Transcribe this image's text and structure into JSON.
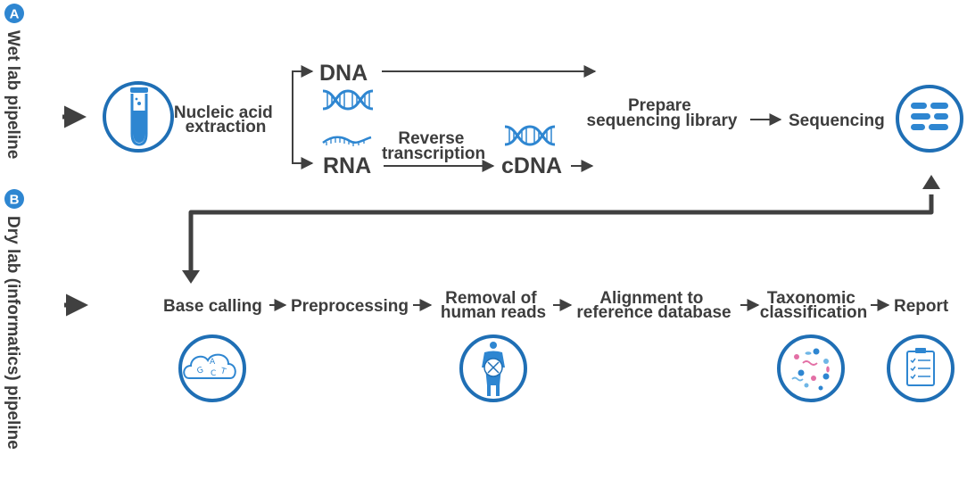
{
  "section_a": {
    "badge": "A",
    "title": "Wet lab pipeline",
    "steps": {
      "extraction": [
        "Nucleic acid",
        "extraction"
      ],
      "dna": "DNA",
      "rna": "RNA",
      "reverse_transcription": [
        "Reverse",
        "transcription"
      ],
      "cdna": "cDNA",
      "prepare_library": [
        "Prepare",
        "sequencing library"
      ],
      "sequencing": "Sequencing"
    }
  },
  "section_b": {
    "badge": "B",
    "title": "Dry lab (informatics) pipeline",
    "steps": {
      "base_calling": "Base calling",
      "preprocessing": "Preprocessing",
      "removal": [
        "Removal of",
        "human reads"
      ],
      "alignment": [
        "Alignment to",
        "reference database"
      ],
      "taxonomic": [
        "Taxonomic",
        "classification"
      ],
      "report": "Report"
    }
  },
  "icons": {
    "base_calling_letters": [
      "G",
      "A",
      "C",
      "T"
    ]
  },
  "colors": {
    "accent_blue": "#1f6fb5",
    "light_blue": "#2e86d1",
    "text": "#3d3d3d",
    "arrow": "#404040"
  }
}
